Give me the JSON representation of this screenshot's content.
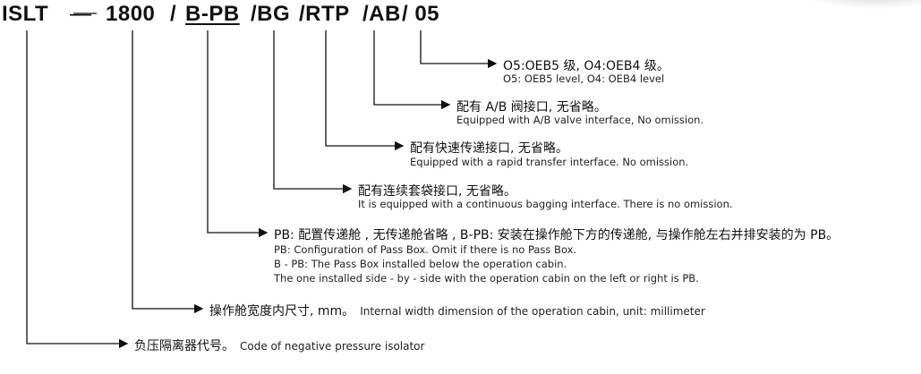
{
  "code": {
    "islt": "ISLT",
    "dash": "—",
    "width": "1800",
    "slash1": "/",
    "bpb": "B-PB",
    "bg": "/BG",
    "rtp": "/RTP",
    "ab": "/AB",
    "last": "/ 05"
  },
  "items": {
    "oeb": {
      "zh": "O5:OEB5 级, O4:OEB4 级。",
      "en": "O5: OEB5 level, O4: OEB4 level"
    },
    "ab": {
      "zh": "配有 A/B 阀接口, 无省略。",
      "en": "Equipped with A/B valve interface, No omission."
    },
    "rtp": {
      "zh": "配有快速传递接口, 无省略。",
      "en": "Equipped with a rapid transfer interface. No omission."
    },
    "bg": {
      "zh": "配有连续套袋接口, 无省略。",
      "en": "It is equipped with a continuous bagging interface. There is no omission."
    },
    "pb": {
      "zh": "PB: 配置传递舱 , 无传递舱省略 , B-PB: 安装在操作舱下方的传递舱, 与操作舱左右并排安装的为 PB。",
      "en1": "PB: Configuration of Pass Box. Omit if there is no Pass Box.",
      "en2": "B - PB: The Pass Box installed below the operation cabin.",
      "en3": "The one installed side - by - side with the operation cabin on the left or right is PB."
    },
    "width": {
      "zh": "操作舱宽度内尺寸, mm。",
      "en": "Internal width dimension of the operation cabin, unit: millimeter"
    },
    "code": {
      "zh": "负压隔离器代号。",
      "en": "Code of negative pressure isolator"
    }
  }
}
